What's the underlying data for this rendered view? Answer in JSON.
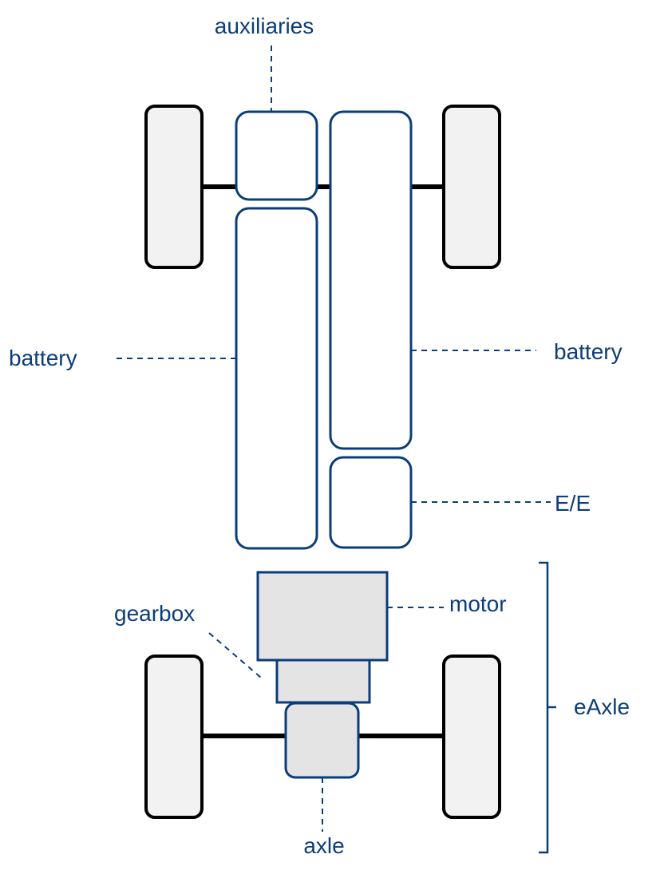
{
  "labels": {
    "auxiliaries": "auxiliaries",
    "battery_left": "battery",
    "battery_right": "battery",
    "ee": "E/E",
    "motor": "motor",
    "gearbox": "gearbox",
    "eaxle": "eAxle",
    "axle": "axle"
  },
  "colors": {
    "label_blue": "#0b3d7a",
    "wheel_fill": "#f2f2f2",
    "component_fill": "#e4e4e4",
    "outline_black": "#000000"
  }
}
